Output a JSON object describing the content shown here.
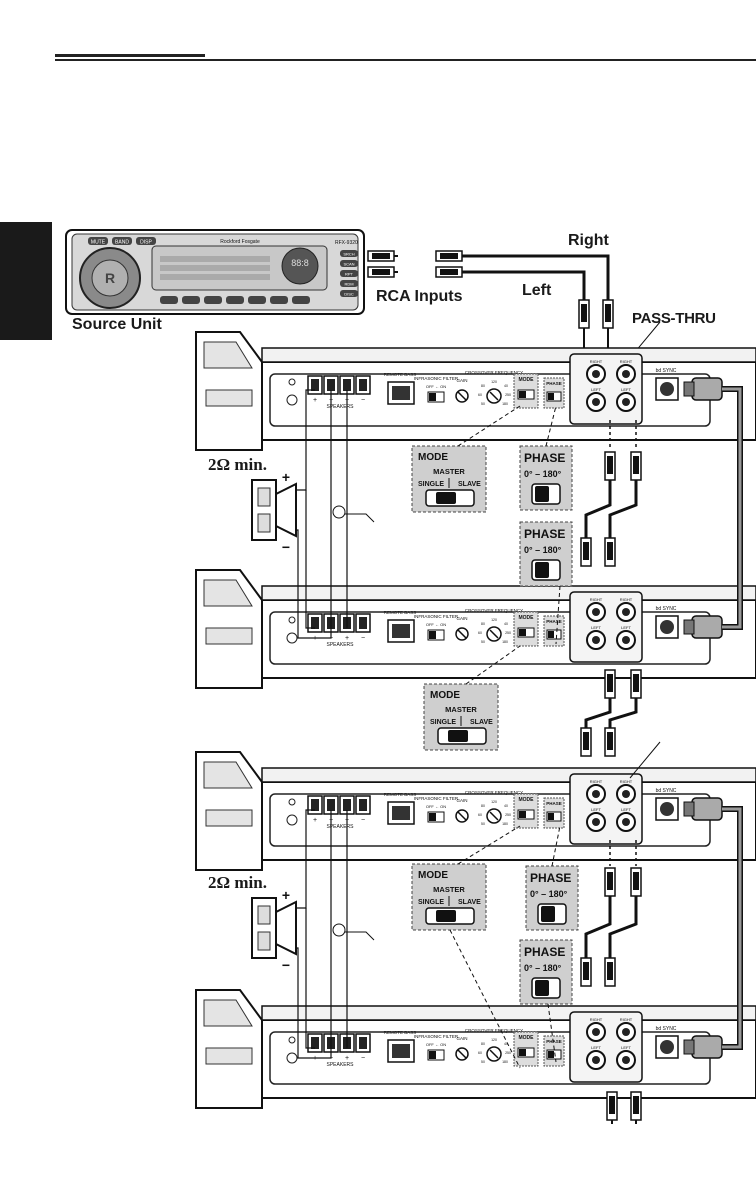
{
  "labels": {
    "right": "Right",
    "left": "Left",
    "rca_inputs": "RCA Inputs",
    "source_unit": "Source Unit",
    "pass_thru": "PASS-THRU",
    "min_impedance": "2Ω min."
  },
  "head_unit": {
    "brand": "Rockford Fosgate",
    "model": "RFX-9320",
    "display_number": "88:8",
    "buttons": [
      "MUTE",
      "BAND",
      "DISP"
    ],
    "side_buttons": [
      "SRCH",
      "SCAN",
      "RPT",
      "RDM",
      "DISC"
    ]
  },
  "amp_panel": {
    "speakers": "SPEAKERS",
    "remote_bass": "REMOTE BASS",
    "infrasonic_filter": "INFRASONIC FILTER",
    "off_on": "OFF ← ON",
    "gain": "GAIN",
    "crossover_frequency": "CROSSOVER FREQUENCY",
    "mode": "MODE",
    "phase": "PHASE",
    "right": "RIGHT",
    "left": "LEFT",
    "sync": "bd SYNC",
    "freqs": [
      "120",
      "80",
      "60",
      "50",
      "40",
      "250",
      "180"
    ]
  },
  "callouts": {
    "mode_title": "MODE",
    "master": "MASTER",
    "single": "SINGLE",
    "slave": "SLAVE",
    "phase_title": "PHASE",
    "phase_range": "0° – 180°"
  }
}
